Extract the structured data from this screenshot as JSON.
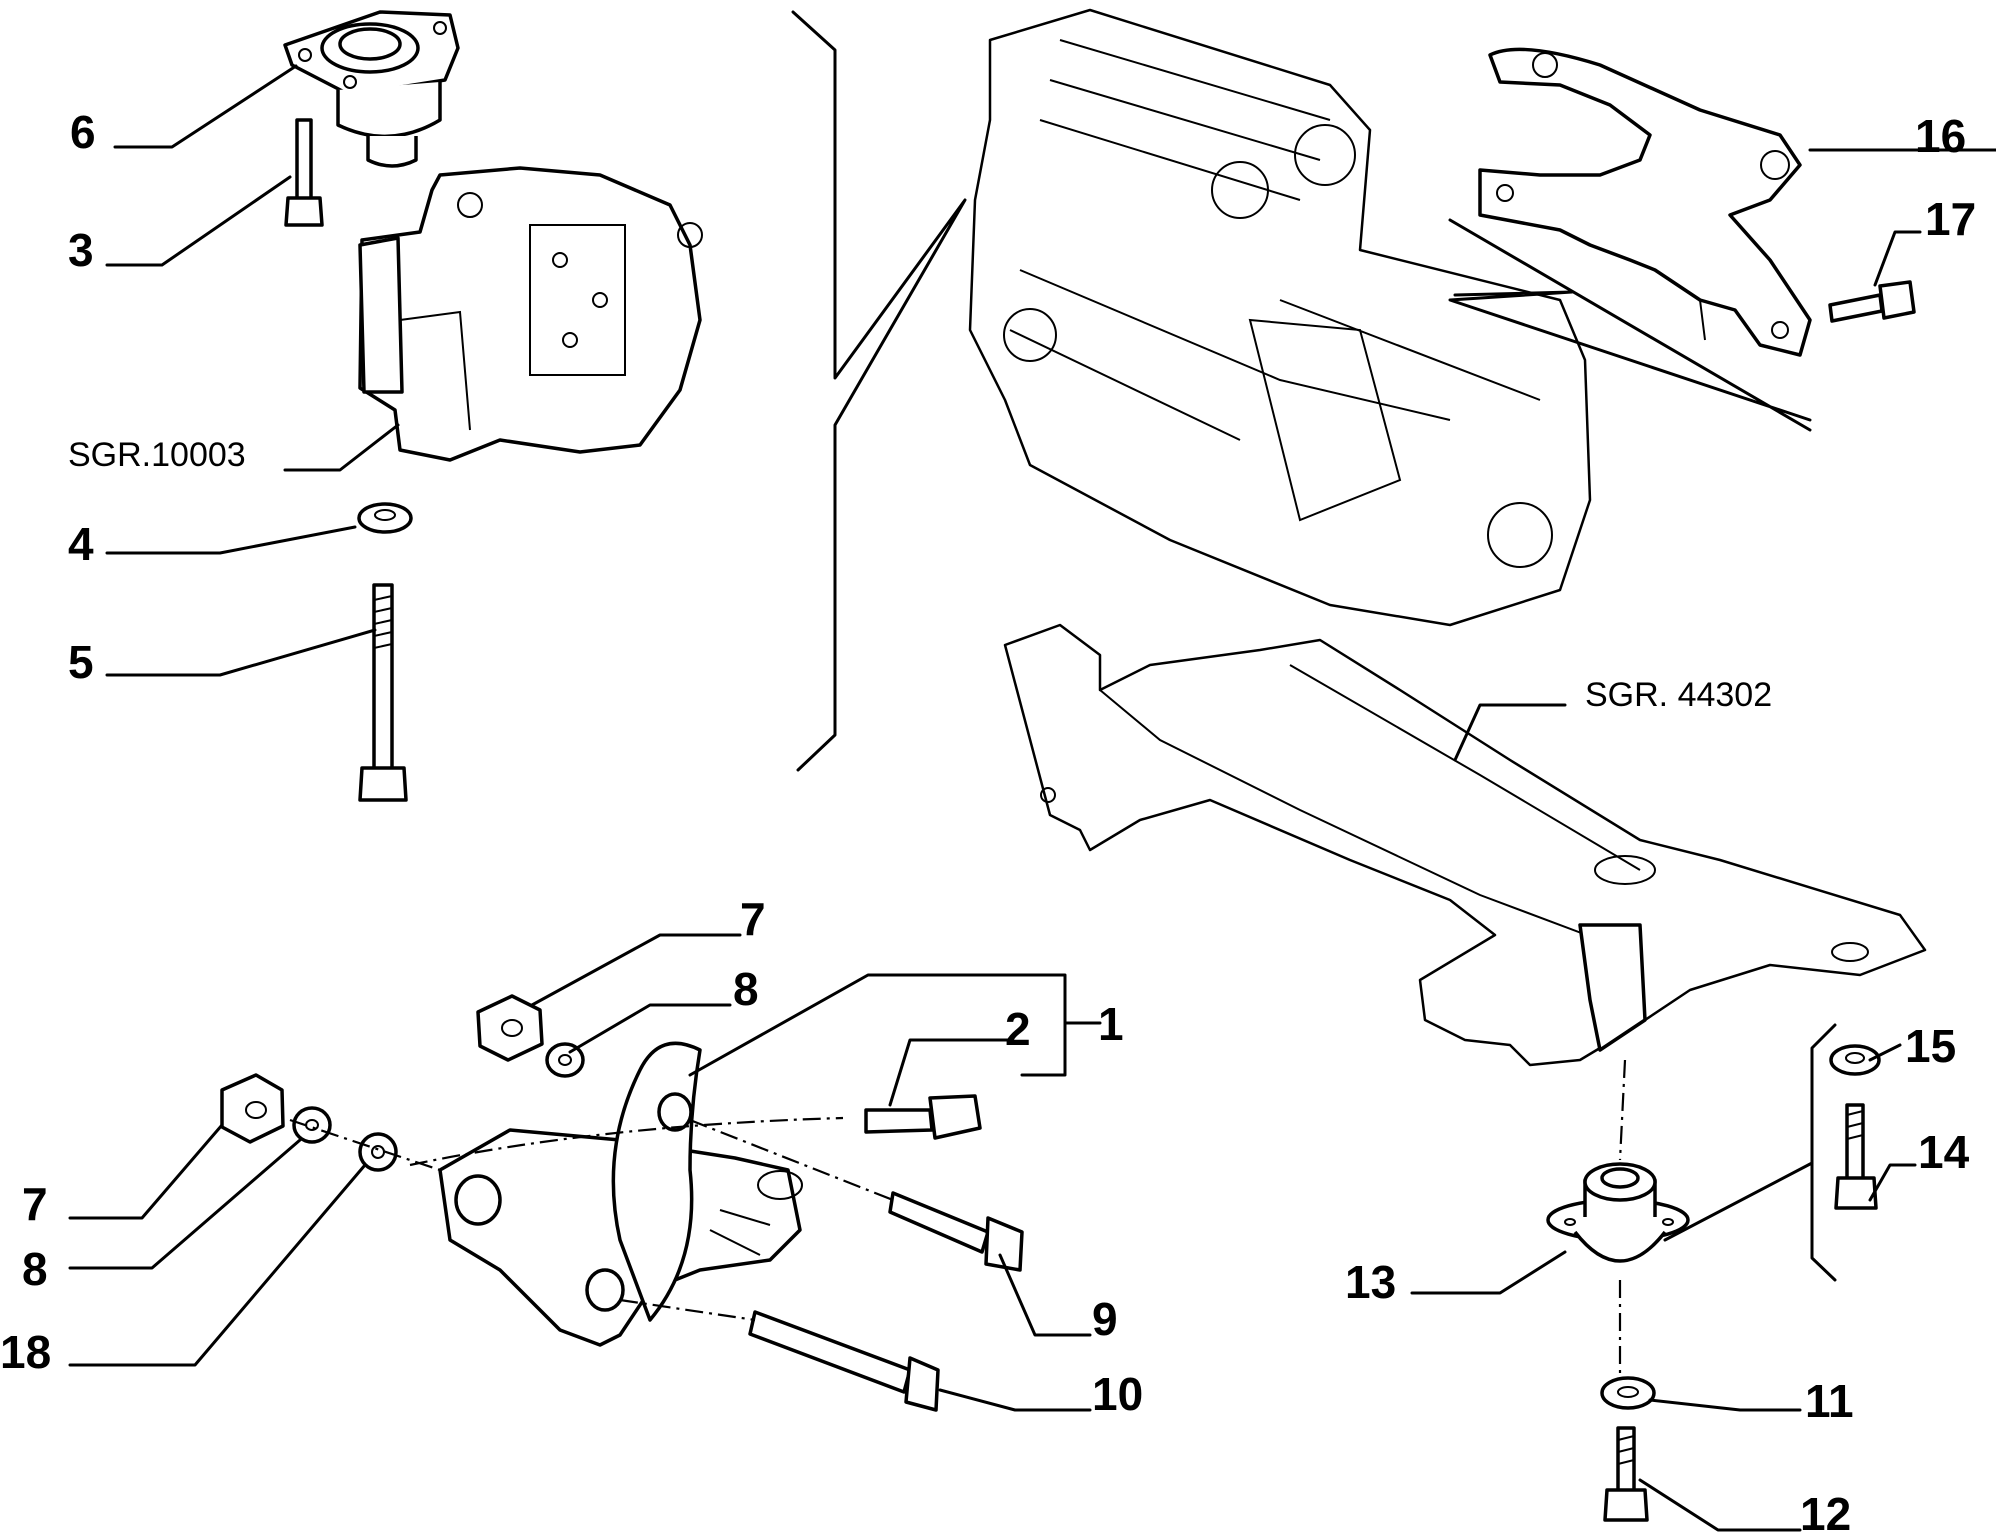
{
  "callouts": {
    "c1": "1",
    "c2": "2",
    "c3": "3",
    "c4": "4",
    "c5": "5",
    "c6": "6",
    "c7a": "7",
    "c7b": "7",
    "c8a": "8",
    "c8b": "8",
    "c9": "9",
    "c10": "10",
    "c11": "11",
    "c12": "12",
    "c13": "13",
    "c14": "14",
    "c15": "15",
    "c16": "16",
    "c17": "17",
    "c18": "18"
  },
  "references": {
    "gearbox_group": "SGR.10003",
    "subframe_group": "SGR. 44302"
  }
}
